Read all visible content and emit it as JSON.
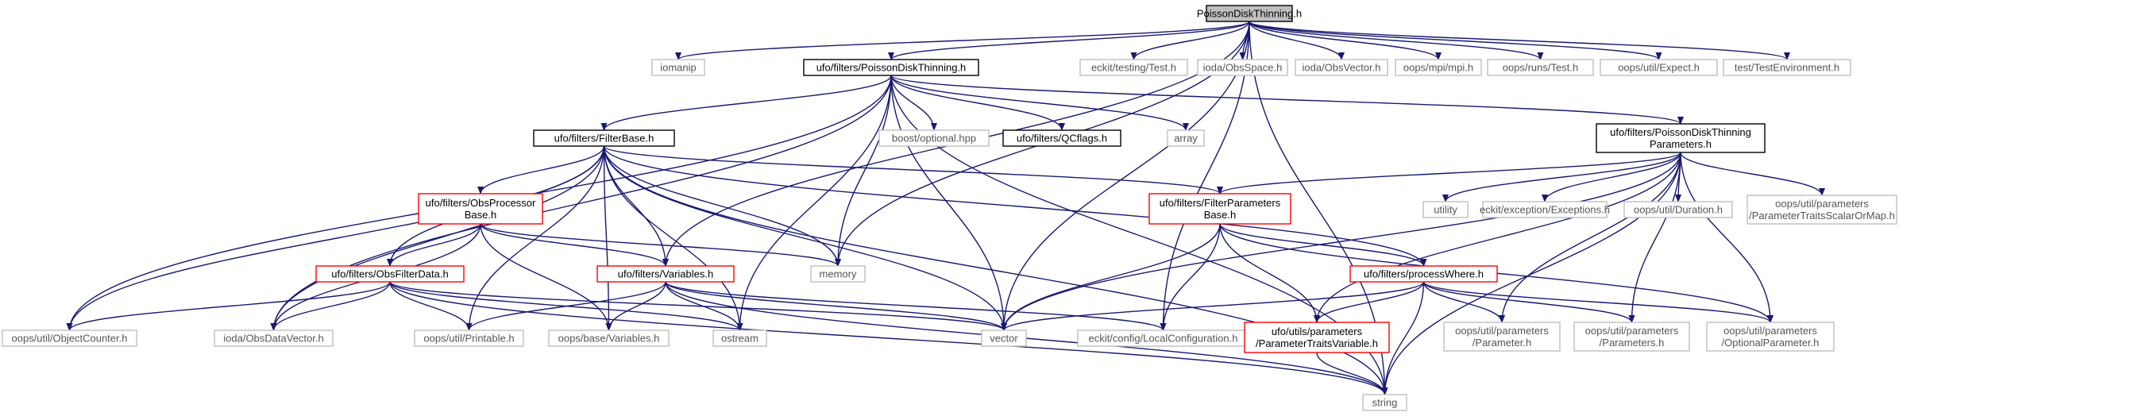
{
  "nodes": [
    {
      "id": "root",
      "lines": [
        "PoissonDiskThinning.h"
      ],
      "style": "root"
    },
    {
      "id": "iomanip",
      "lines": [
        "iomanip"
      ],
      "style": "gray"
    },
    {
      "id": "pdt",
      "lines": [
        "ufo/filters/PoissonDiskThinning.h"
      ],
      "style": "normal"
    },
    {
      "id": "eckit_test",
      "lines": [
        "eckit/testing/Test.h"
      ],
      "style": "gray"
    },
    {
      "id": "obsspace",
      "lines": [
        "ioda/ObsSpace.h"
      ],
      "style": "gray"
    },
    {
      "id": "obsvector",
      "lines": [
        "ioda/ObsVector.h"
      ],
      "style": "gray"
    },
    {
      "id": "mpi",
      "lines": [
        "oops/mpi/mpi.h"
      ],
      "style": "gray"
    },
    {
      "id": "runs_test",
      "lines": [
        "oops/runs/Test.h"
      ],
      "style": "gray"
    },
    {
      "id": "expect",
      "lines": [
        "oops/util/Expect.h"
      ],
      "style": "gray"
    },
    {
      "id": "testenv",
      "lines": [
        "test/TestEnvironment.h"
      ],
      "style": "gray"
    },
    {
      "id": "filterbase",
      "lines": [
        "ufo/filters/FilterBase.h"
      ],
      "style": "normal"
    },
    {
      "id": "boost_opt",
      "lines": [
        "boost/optional.hpp"
      ],
      "style": "gray"
    },
    {
      "id": "qcflags",
      "lines": [
        "ufo/filters/QCflags.h"
      ],
      "style": "normal"
    },
    {
      "id": "array",
      "lines": [
        "array"
      ],
      "style": "gray"
    },
    {
      "id": "pdtparams",
      "lines": [
        "ufo/filters/PoissonDiskThinning",
        "Parameters.h"
      ],
      "style": "normal"
    },
    {
      "id": "obsproc",
      "lines": [
        "ufo/filters/ObsProcessor",
        "Base.h"
      ],
      "style": "red"
    },
    {
      "id": "filterparams",
      "lines": [
        "ufo/filters/FilterParameters",
        "Base.h"
      ],
      "style": "red"
    },
    {
      "id": "utility",
      "lines": [
        "utility"
      ],
      "style": "gray"
    },
    {
      "id": "exceptions",
      "lines": [
        "eckit/exception/Exceptions.h"
      ],
      "style": "gray"
    },
    {
      "id": "duration",
      "lines": [
        "oops/util/Duration.h"
      ],
      "style": "gray"
    },
    {
      "id": "ptscalar",
      "lines": [
        "oops/util/parameters",
        "/ParameterTraitsScalarOrMap.h"
      ],
      "style": "gray"
    },
    {
      "id": "obsfilterdata",
      "lines": [
        "ufo/filters/ObsFilterData.h"
      ],
      "style": "red"
    },
    {
      "id": "variables",
      "lines": [
        "ufo/filters/Variables.h"
      ],
      "style": "red"
    },
    {
      "id": "memory",
      "lines": [
        "memory"
      ],
      "style": "gray"
    },
    {
      "id": "processwhere",
      "lines": [
        "ufo/filters/processWhere.h"
      ],
      "style": "red"
    },
    {
      "id": "objcounter",
      "lines": [
        "oops/util/ObjectCounter.h"
      ],
      "style": "gray"
    },
    {
      "id": "obsdatavector",
      "lines": [
        "ioda/ObsDataVector.h"
      ],
      "style": "gray"
    },
    {
      "id": "printable",
      "lines": [
        "oops/util/Printable.h"
      ],
      "style": "gray"
    },
    {
      "id": "oopsvars",
      "lines": [
        "oops/base/Variables.h"
      ],
      "style": "gray"
    },
    {
      "id": "ostream",
      "lines": [
        "ostream"
      ],
      "style": "gray"
    },
    {
      "id": "vector",
      "lines": [
        "vector"
      ],
      "style": "gray"
    },
    {
      "id": "localconf",
      "lines": [
        "eckit/config/LocalConfiguration.h"
      ],
      "style": "gray"
    },
    {
      "id": "ptvariable",
      "lines": [
        "ufo/utils/parameters",
        "/ParameterTraitsVariable.h"
      ],
      "style": "red"
    },
    {
      "id": "parameter",
      "lines": [
        "oops/util/parameters",
        "/Parameter.h"
      ],
      "style": "gray"
    },
    {
      "id": "parameters",
      "lines": [
        "oops/util/parameters",
        "/Parameters.h"
      ],
      "style": "gray"
    },
    {
      "id": "optparam",
      "lines": [
        "oops/util/parameters",
        "/OptionalParameter.h"
      ],
      "style": "gray"
    },
    {
      "id": "string",
      "lines": [
        "string"
      ],
      "style": "gray"
    }
  ],
  "edges": [
    [
      "root",
      "iomanip"
    ],
    [
      "root",
      "pdt"
    ],
    [
      "root",
      "eckit_test"
    ],
    [
      "root",
      "obsspace"
    ],
    [
      "root",
      "obsvector"
    ],
    [
      "root",
      "mpi"
    ],
    [
      "root",
      "runs_test"
    ],
    [
      "root",
      "expect"
    ],
    [
      "root",
      "testenv"
    ],
    [
      "root",
      "variables"
    ],
    [
      "root",
      "memory"
    ],
    [
      "root",
      "vector"
    ],
    [
      "root",
      "localconf"
    ],
    [
      "root",
      "string"
    ],
    [
      "pdt",
      "filterbase"
    ],
    [
      "pdt",
      "boost_opt"
    ],
    [
      "pdt",
      "qcflags"
    ],
    [
      "pdt",
      "array"
    ],
    [
      "pdt",
      "pdtparams"
    ],
    [
      "pdt",
      "objcounter"
    ],
    [
      "pdt",
      "obsdatavector"
    ],
    [
      "pdt",
      "memory"
    ],
    [
      "pdt",
      "ostream"
    ],
    [
      "pdt",
      "vector"
    ],
    [
      "pdt",
      "string"
    ],
    [
      "filterbase",
      "obsproc"
    ],
    [
      "filterbase",
      "filterparams"
    ],
    [
      "filterbase",
      "processwhere"
    ],
    [
      "filterbase",
      "obsfilterdata"
    ],
    [
      "filterbase",
      "variables"
    ],
    [
      "filterbase",
      "memory"
    ],
    [
      "filterbase",
      "objcounter"
    ],
    [
      "filterbase",
      "obsdatavector"
    ],
    [
      "filterbase",
      "printable"
    ],
    [
      "filterbase",
      "oopsvars"
    ],
    [
      "filterbase",
      "ostream"
    ],
    [
      "filterbase",
      "vector"
    ],
    [
      "filterbase",
      "string"
    ],
    [
      "obsproc",
      "obsfilterdata"
    ],
    [
      "obsproc",
      "variables"
    ],
    [
      "obsproc",
      "memory"
    ],
    [
      "obsproc",
      "obsdatavector"
    ],
    [
      "obsproc",
      "oopsvars"
    ],
    [
      "obsfilterdata",
      "objcounter"
    ],
    [
      "obsfilterdata",
      "obsdatavector"
    ],
    [
      "obsfilterdata",
      "printable"
    ],
    [
      "obsfilterdata",
      "ostream"
    ],
    [
      "obsfilterdata",
      "vector"
    ],
    [
      "obsfilterdata",
      "string"
    ],
    [
      "variables",
      "printable"
    ],
    [
      "variables",
      "oopsvars"
    ],
    [
      "variables",
      "ostream"
    ],
    [
      "variables",
      "vector"
    ],
    [
      "variables",
      "localconf"
    ],
    [
      "variables",
      "string"
    ],
    [
      "pdtparams",
      "filterparams"
    ],
    [
      "pdtparams",
      "utility"
    ],
    [
      "pdtparams",
      "exceptions"
    ],
    [
      "pdtparams",
      "duration"
    ],
    [
      "pdtparams",
      "ptscalar"
    ],
    [
      "pdtparams",
      "ptvariable"
    ],
    [
      "pdtparams",
      "parameter"
    ],
    [
      "pdtparams",
      "parameters"
    ],
    [
      "pdtparams",
      "optparam"
    ],
    [
      "pdtparams",
      "vector"
    ],
    [
      "pdtparams",
      "string"
    ],
    [
      "filterparams",
      "processwhere"
    ],
    [
      "filterparams",
      "ptvariable"
    ],
    [
      "filterparams",
      "optparam"
    ],
    [
      "filterparams",
      "vector"
    ],
    [
      "filterparams",
      "localconf"
    ],
    [
      "processwhere",
      "ptvariable"
    ],
    [
      "processwhere",
      "parameter"
    ],
    [
      "processwhere",
      "parameters"
    ],
    [
      "processwhere",
      "optparam"
    ],
    [
      "processwhere",
      "vector"
    ],
    [
      "processwhere",
      "string"
    ],
    [
      "ptvariable",
      "string"
    ]
  ]
}
